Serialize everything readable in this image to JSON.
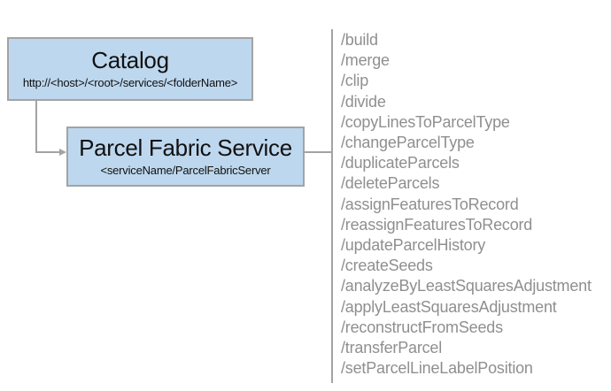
{
  "diagram": {
    "catalog_box": {
      "title": "Catalog",
      "subtitle": "http://<host>/<root>/services/<folderName>"
    },
    "service_box": {
      "title": "Parcel Fabric Service",
      "subtitle": "<serviceName/ParcelFabricServer"
    },
    "endpoints": [
      "/build",
      "/merge",
      "/clip",
      "/divide",
      "/copyLinesToParcelType",
      "/changeParcelType",
      "/duplicateParcels",
      "/deleteParcels",
      "/assignFeaturesToRecord",
      "/reassignFeaturesToRecord",
      "/updateParcelHistory",
      "/createSeeds",
      "/analyzeByLeastSquaresAdjustment",
      "/applyLeastSquaresAdjustment",
      "/reconstructFromSeeds",
      "/transferParcel",
      "/setParcelLineLabelPosition"
    ],
    "colors": {
      "box_fill": "#bdd7ee",
      "box_border": "#a3a3a3",
      "connector": "#a3a3a3",
      "endpoint_text": "#8f8f8f",
      "title_text": "#111111"
    }
  }
}
